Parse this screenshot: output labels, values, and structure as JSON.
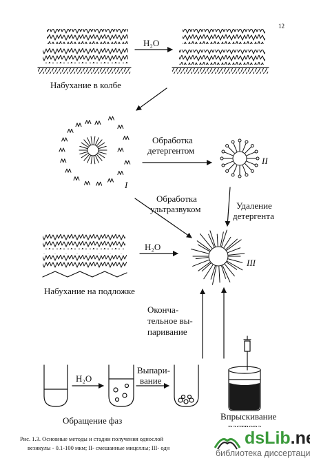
{
  "page_number": "12",
  "labels": {
    "h2o_top": "H₂O",
    "swelling_flask": "Набухание в колбе",
    "detergent_treatment": [
      "Обработка",
      "детергентом"
    ],
    "ultrasound_treatment": [
      "Обработка",
      "ультразвуком"
    ],
    "detergent_removal": [
      "Удаление",
      "детергента"
    ],
    "h2o_mid": "H₂O",
    "swelling_substrate": "Набухание на подложке",
    "final_evaporation": [
      "Оконча-",
      "тельное вы-",
      "паривание"
    ],
    "h2o_bottom": "H₂O",
    "evaporation": [
      "Выпари-",
      "вание"
    ],
    "phase_inversion": "Обращение фаз",
    "injection": [
      "Впрыскивание",
      "раствора"
    ]
  },
  "roman": {
    "i": "I",
    "ii": "II",
    "iii": "III"
  },
  "caption": [
    "Рис. 1.3. Основные методы и стадии получения однослой",
    "везикулы - 0.1-100 мкм; II- смешанные мицеллы; III- одн"
  ],
  "watermark": {
    "logo_main": "dsLib",
    "logo_suffix": ".net",
    "subtitle": "библиотека диссертаций"
  },
  "colors": {
    "ink": "#111111",
    "logo_green": "#3a9a3a",
    "logo_dark": "#222222"
  }
}
